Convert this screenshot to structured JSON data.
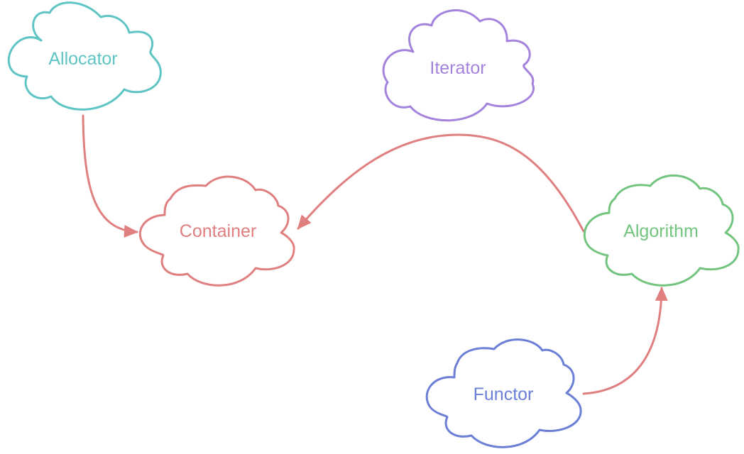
{
  "colors": {
    "allocator": "#5fc4c4",
    "iterator": "#a383dc",
    "container": "#e07f7f",
    "algorithm": "#72c47f",
    "functor": "#6b7fd6",
    "edge": "#e07f7f",
    "background": "#ffffff"
  },
  "nodes": [
    {
      "id": "allocator",
      "label": "Allocator",
      "shape": "cloud",
      "color": "#5fc4c4"
    },
    {
      "id": "iterator",
      "label": "Iterator",
      "shape": "cloud",
      "color": "#a383dc"
    },
    {
      "id": "container",
      "label": "Container",
      "shape": "cloud",
      "color": "#e07f7f"
    },
    {
      "id": "algorithm",
      "label": "Algorithm",
      "shape": "cloud",
      "color": "#72c47f"
    },
    {
      "id": "functor",
      "label": "Functor",
      "shape": "cloud",
      "color": "#6b7fd6"
    }
  ],
  "edges": [
    {
      "from": "allocator",
      "to": "container",
      "color": "#e07f7f"
    },
    {
      "from": "algorithm",
      "to": "container",
      "color": "#e07f7f"
    },
    {
      "from": "functor",
      "to": "algorithm",
      "color": "#e07f7f"
    }
  ]
}
